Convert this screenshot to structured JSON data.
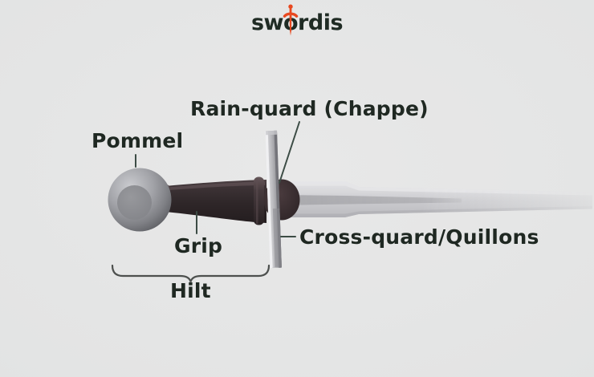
{
  "page": {
    "background_color": "#e4e4e4"
  },
  "logo": {
    "prefix": "sw",
    "o_char": "o",
    "suffix": "rdis",
    "icon": "sword-icon",
    "icon_color": "#e8481f",
    "text_color": "#1f2b24"
  },
  "diagram": {
    "labels": {
      "rain_guard": "Rain-quard (Chappe)",
      "pommel": "Pommel",
      "grip": "Grip",
      "hilt": "Hilt",
      "cross_guard": "Cross-quard/Quillons"
    },
    "label_color": "#1f2822",
    "leader_color": "#3c4c45",
    "brace_color": "#4d504e",
    "materials": {
      "blade_steel": "#cbcbce",
      "guard_steel": "#bcbcc0",
      "grip_leather": "#2e2628",
      "pommel_steel": "#8f9094",
      "chappe_dark": "#382d30"
    }
  }
}
